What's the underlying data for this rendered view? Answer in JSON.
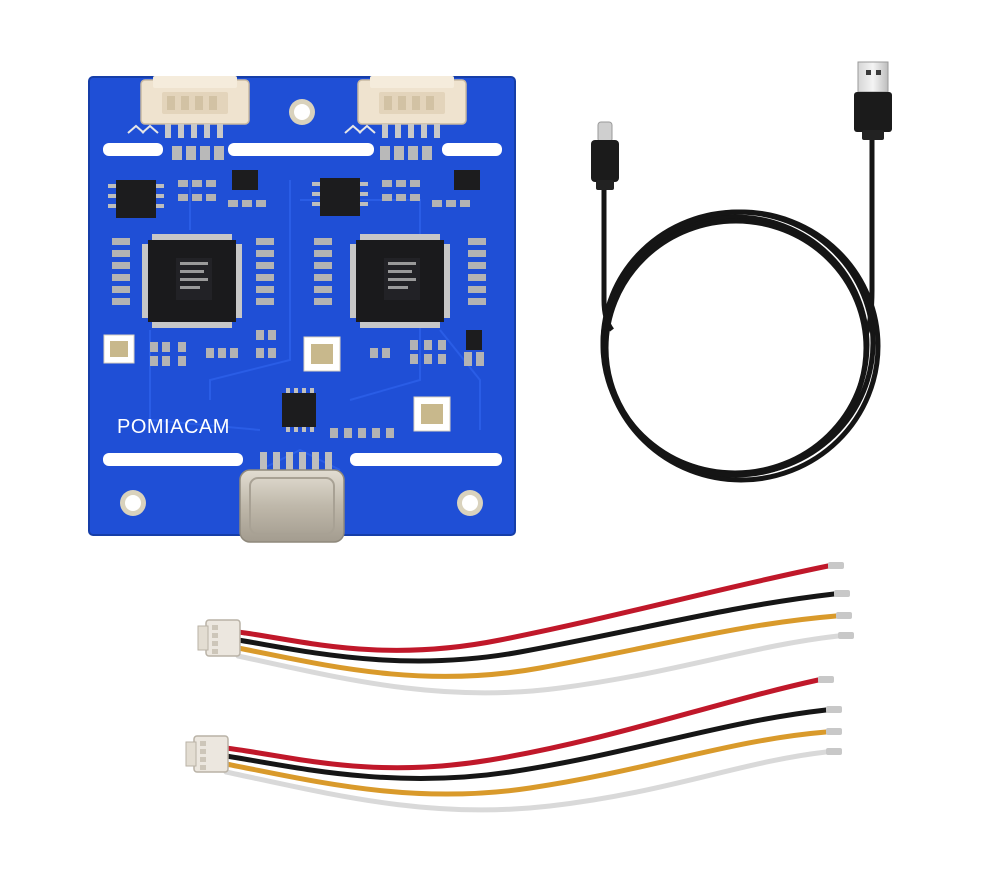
{
  "product": {
    "pcb_silkscreen_label": "POMIACAM",
    "colors": {
      "pcb_blue": "#1f4fd6",
      "pcb_dark_blue": "#1a43b8",
      "connector_cream": "#efe3cf",
      "chip_black": "#1c1c1e",
      "usb_c_metal": "#c9c3b6",
      "cable_black": "#151515",
      "wire_red": "#c0182a",
      "wire_black": "#161616",
      "wire_yellow": "#d99a2b",
      "wire_white": "#d9d9d9"
    },
    "items": [
      "pcb-board",
      "usb-c-to-usb-a-cable",
      "jst-wire-harness",
      "jst-wire-harness"
    ]
  }
}
